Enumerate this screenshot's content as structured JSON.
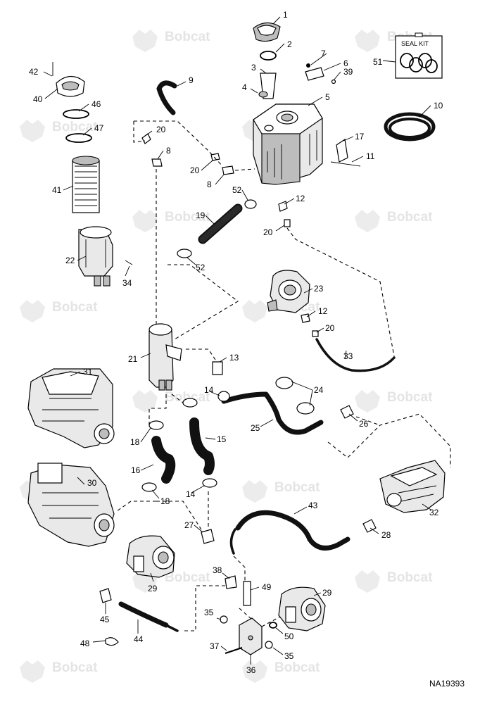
{
  "watermark": {
    "brand": "Bobcat"
  },
  "seal_kit": {
    "title": "SEAL KIT",
    "callout": "51"
  },
  "reference_code": "NA19393",
  "callouts": {
    "c1": "1",
    "c2": "2",
    "c3": "3",
    "c4": "4",
    "c5": "5",
    "c6": "6",
    "c7": "7",
    "c39": "39",
    "c9": "9",
    "c10": "10",
    "c17": "17",
    "c11": "11",
    "c42": "42",
    "c40": "40",
    "c46": "46",
    "c47": "47",
    "c41": "41",
    "c22": "22",
    "c34": "34",
    "c20a": "20",
    "c8a": "8",
    "c20b": "20",
    "c8b": "8",
    "c52a": "52",
    "c19": "19",
    "c52b": "52",
    "c12a": "12",
    "c20c": "20",
    "c23": "23",
    "c12b": "12",
    "c20d": "20",
    "c33": "33",
    "c21": "21",
    "c13": "13",
    "c14a": "14",
    "c24": "24",
    "c25": "25",
    "c26": "26",
    "c31": "31",
    "c18a": "18",
    "c15": "15",
    "c16": "16",
    "c14b": "14",
    "c18b": "18",
    "c30": "30",
    "c32": "32",
    "c43": "43",
    "c27": "27",
    "c28": "28",
    "c29a": "29",
    "c29b": "29",
    "c38": "38",
    "c49": "49",
    "c45": "45",
    "c44": "44",
    "c48": "48",
    "c35a": "35",
    "c50": "50",
    "c37": "37",
    "c36": "36",
    "c35b": "35"
  }
}
